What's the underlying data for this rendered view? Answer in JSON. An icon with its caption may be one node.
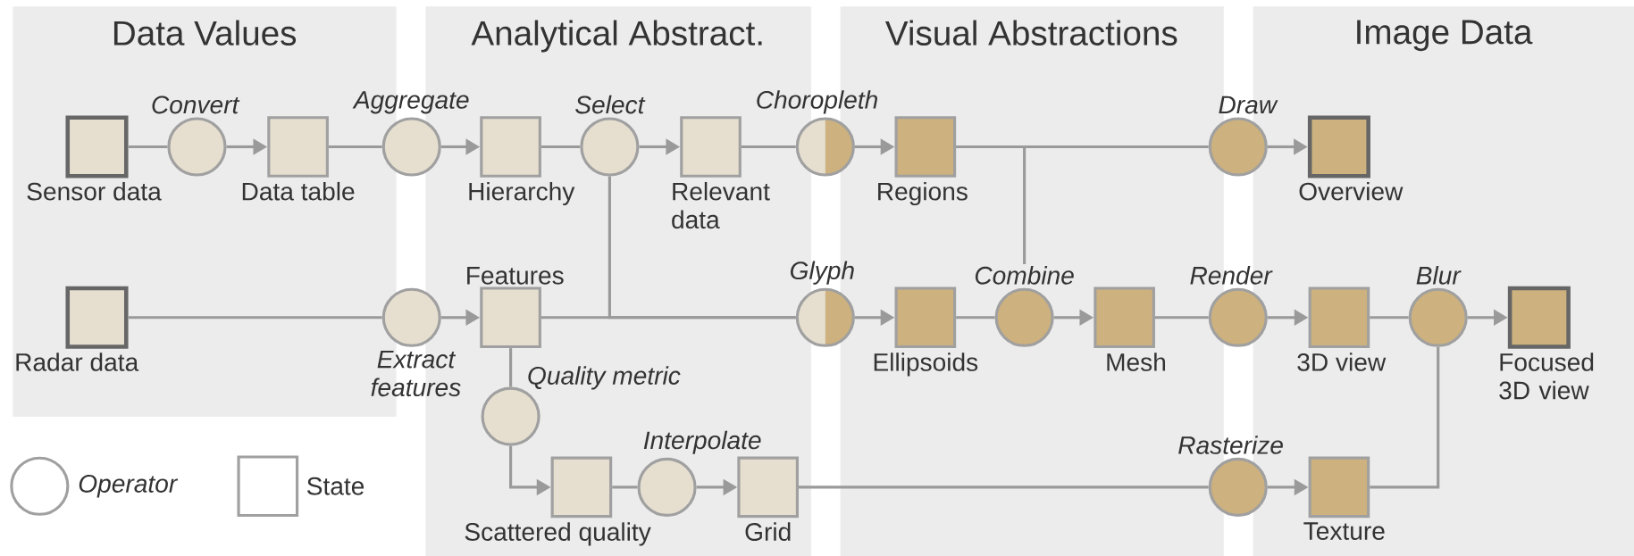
{
  "diagram": {
    "nodes": [
      {
        "text": [
          "Data Values"
        ]
      },
      {
        "text": [
          "Analytical Abstract."
        ]
      },
      {
        "text": [
          "Visual Abstractions"
        ]
      },
      {
        "text": [
          "Image Data"
        ]
      },
      {
        "text": [
          "Sensor data"
        ],
        "in": 0
      },
      {
        "text": [
          "Convert"
        ],
        "in": 0
      },
      {
        "text": [
          "Data table"
        ],
        "in": 0
      },
      {
        "text": [
          "Aggregate"
        ]
      },
      {
        "text": [
          "Hierarchy"
        ],
        "in": 1
      },
      {
        "text": [
          "Select"
        ],
        "in": 1
      },
      {
        "text": [
          "Relevant data"
        ],
        "in": 1
      },
      {
        "text": [
          "Choropleth"
        ]
      },
      {
        "text": [
          "Regions"
        ],
        "in": 2
      },
      {
        "text": [
          "Draw"
        ]
      },
      {
        "text": [
          "Overview"
        ],
        "in": 3
      },
      {
        "text": [
          "Radar data"
        ],
        "in": 0
      },
      {
        "text": [
          "Extract features"
        ]
      },
      {
        "text": [
          "Features"
        ],
        "in": 1
      },
      {
        "text": [
          "Glyph"
        ]
      },
      {
        "text": [
          "Ellipsoids"
        ],
        "in": 2
      },
      {
        "text": [
          "Combine"
        ],
        "in": 2
      },
      {
        "text": [
          "Mesh"
        ],
        "in": 2
      },
      {
        "text": [
          "Render"
        ]
      },
      {
        "text": [
          "3D view"
        ],
        "in": 3
      },
      {
        "text": [
          "Blur"
        ],
        "in": 3
      },
      {
        "text": [
          "Focused 3D view"
        ],
        "in": 3
      },
      {
        "text": [
          "Quality metric"
        ],
        "in": 1
      },
      {
        "text": [
          "Scattered quality"
        ],
        "in": 1
      },
      {
        "text": [
          "Interpolate"
        ],
        "in": 1
      },
      {
        "text": [
          "Grid"
        ],
        "in": 1
      },
      {
        "text": [
          "Rasterize"
        ]
      },
      {
        "text": [
          "Texture"
        ],
        "in": 3
      }
    ],
    "edges": [
      {
        "from": 4,
        "to": 5,
        "arrow": "none"
      },
      {
        "from": 5,
        "to": 6,
        "arrow": "to"
      },
      {
        "from": 6,
        "to": 7,
        "arrow": "none"
      },
      {
        "from": 7,
        "to": 8,
        "arrow": "to"
      },
      {
        "from": 8,
        "to": 9,
        "arrow": "none"
      },
      {
        "from": 9,
        "to": 10,
        "arrow": "to"
      },
      {
        "from": 10,
        "to": 11,
        "arrow": "none"
      },
      {
        "from": 11,
        "to": 12,
        "arrow": "to"
      },
      {
        "from": 12,
        "to": 13,
        "arrow": "none"
      },
      {
        "from": 13,
        "to": 14,
        "arrow": "to"
      },
      {
        "from": 15,
        "to": 16,
        "arrow": "none"
      },
      {
        "from": 16,
        "to": 17,
        "arrow": "to"
      },
      {
        "from": 17,
        "to": 18,
        "arrow": "none"
      },
      {
        "from": 9,
        "to": 18,
        "arrow": "none"
      },
      {
        "from": 18,
        "to": 19,
        "arrow": "to"
      },
      {
        "from": 19,
        "to": 20,
        "arrow": "none"
      },
      {
        "from": 12,
        "to": 20,
        "arrow": "none"
      },
      {
        "from": 20,
        "to": 21,
        "arrow": "to"
      },
      {
        "from": 21,
        "to": 22,
        "arrow": "none"
      },
      {
        "from": 22,
        "to": 23,
        "arrow": "to"
      },
      {
        "from": 23,
        "to": 24,
        "arrow": "none"
      },
      {
        "from": 24,
        "to": 25,
        "arrow": "to"
      },
      {
        "from": 17,
        "to": 26,
        "arrow": "none"
      },
      {
        "from": 26,
        "to": 27,
        "arrow": "to"
      },
      {
        "from": 27,
        "to": 28,
        "arrow": "none"
      },
      {
        "from": 28,
        "to": 29,
        "arrow": "to"
      },
      {
        "from": 29,
        "to": 30,
        "arrow": "none"
      },
      {
        "from": 30,
        "to": 31,
        "arrow": "to"
      },
      {
        "from": 31,
        "to": 24,
        "arrow": "none"
      }
    ],
    "legend": [
      {
        "text": "Operator"
      },
      {
        "text": "State"
      }
    ]
  }
}
